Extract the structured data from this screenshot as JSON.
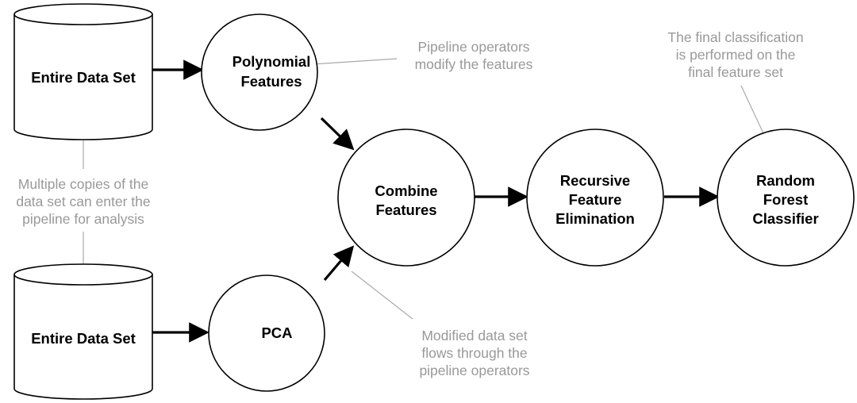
{
  "nodes": {
    "dataset_top": {
      "label": [
        "Entire Data Set"
      ]
    },
    "dataset_bottom": {
      "label": [
        "Entire Data Set"
      ]
    },
    "polynomial": {
      "label": [
        "Polynomial",
        "Features"
      ]
    },
    "pca": {
      "label": [
        "PCA"
      ]
    },
    "combine": {
      "label": [
        "Combine",
        "Features"
      ]
    },
    "rfe": {
      "label": [
        "Recursive",
        "Feature",
        "Elimination"
      ]
    },
    "rf": {
      "label": [
        "Random",
        "Forest",
        "Classifier"
      ]
    }
  },
  "annotations": {
    "copies": [
      "Multiple copies of the",
      "data set can enter the",
      "pipeline for analysis"
    ],
    "operators": [
      "Pipeline operators",
      "modify the features"
    ],
    "final": [
      "The final classification",
      "is performed on the",
      "final feature set"
    ],
    "flow": [
      "Modified data set",
      "flows through the",
      "pipeline operators"
    ]
  }
}
